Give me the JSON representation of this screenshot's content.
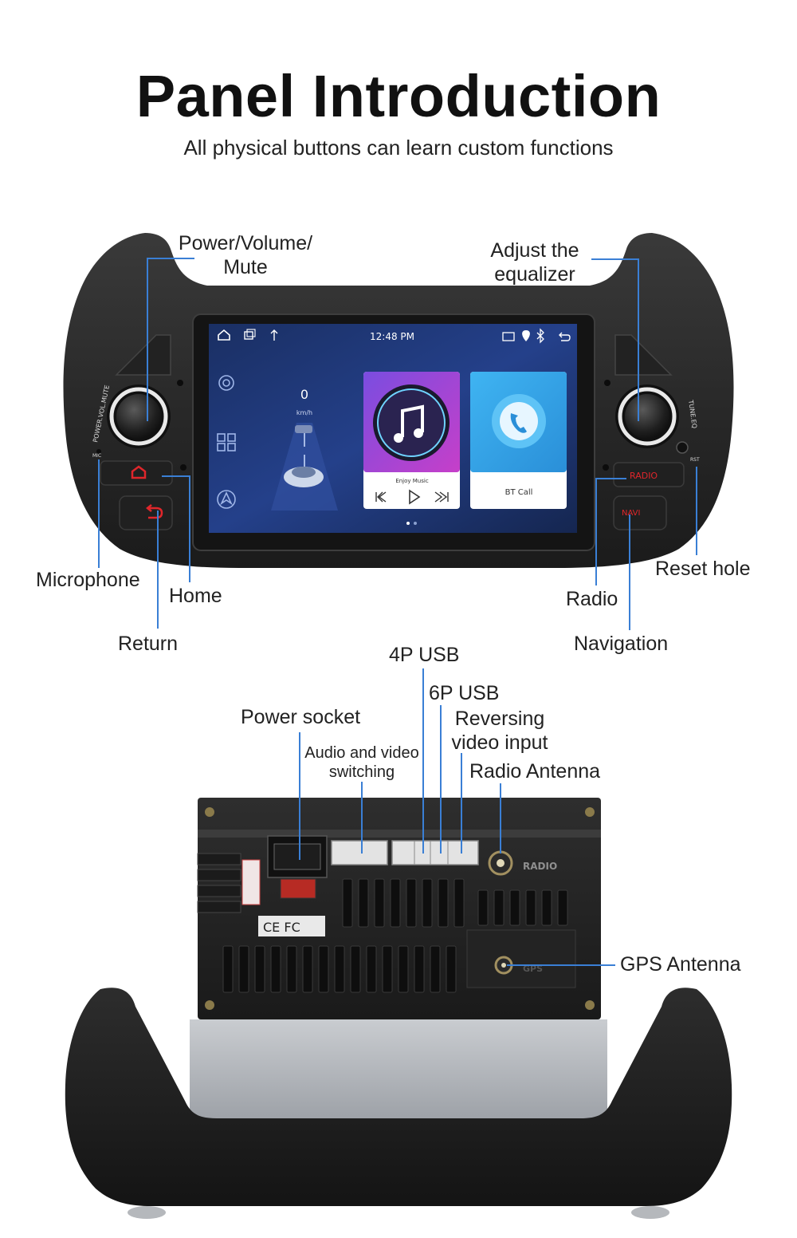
{
  "header": {
    "title": "Panel Introduction",
    "subtitle": "All physical buttons can learn custom functions"
  },
  "colors": {
    "callout_line": "#3a7fd5",
    "bezel": "#2b2b2b",
    "screen_bg": "#1c2b57",
    "button_red": "#e0262b"
  },
  "front_panel": {
    "labels": {
      "power_volume_line1": "Power/Volume/",
      "power_volume_line2": "Mute",
      "equalizer_line1": "Adjust the",
      "equalizer_line2": "equalizer",
      "microphone": "Microphone",
      "home": "Home",
      "return": "Return",
      "reset_hole": "Reset hole",
      "radio": "Radio",
      "navigation": "Navigation"
    },
    "bezel_text": {
      "left_knob": "POWER.VOL.MUTE",
      "right_knob": "TUNE.EQ",
      "mic": "MIC",
      "rst": "RST",
      "radio_button": "RADIO",
      "navi_button": "NAVI"
    },
    "screen": {
      "time": "12:48 PM",
      "speed_value": "0",
      "speed_unit": "km/h",
      "music_card_title": "Enjoy Music",
      "bt_card_title": "BT Call",
      "status_icons": [
        "home-icon",
        "recent-apps-icon",
        "usb-icon",
        "cast-icon",
        "location-icon",
        "bluetooth-icon",
        "back-icon"
      ]
    }
  },
  "rear_panel": {
    "labels": {
      "usb_4p": "4P USB",
      "usb_6p": "6P USB",
      "power_socket": "Power socket",
      "reversing_line1": "Reversing",
      "reversing_line2": "video input",
      "av_switch_line1": "Audio and video",
      "av_switch_line2": "switching",
      "radio_antenna": "Radio Antenna",
      "gps_antenna": "GPS Antenna"
    },
    "case_text": {
      "radio": "RADIO",
      "gps": "GPS",
      "cert_marks": "CE FC"
    }
  }
}
